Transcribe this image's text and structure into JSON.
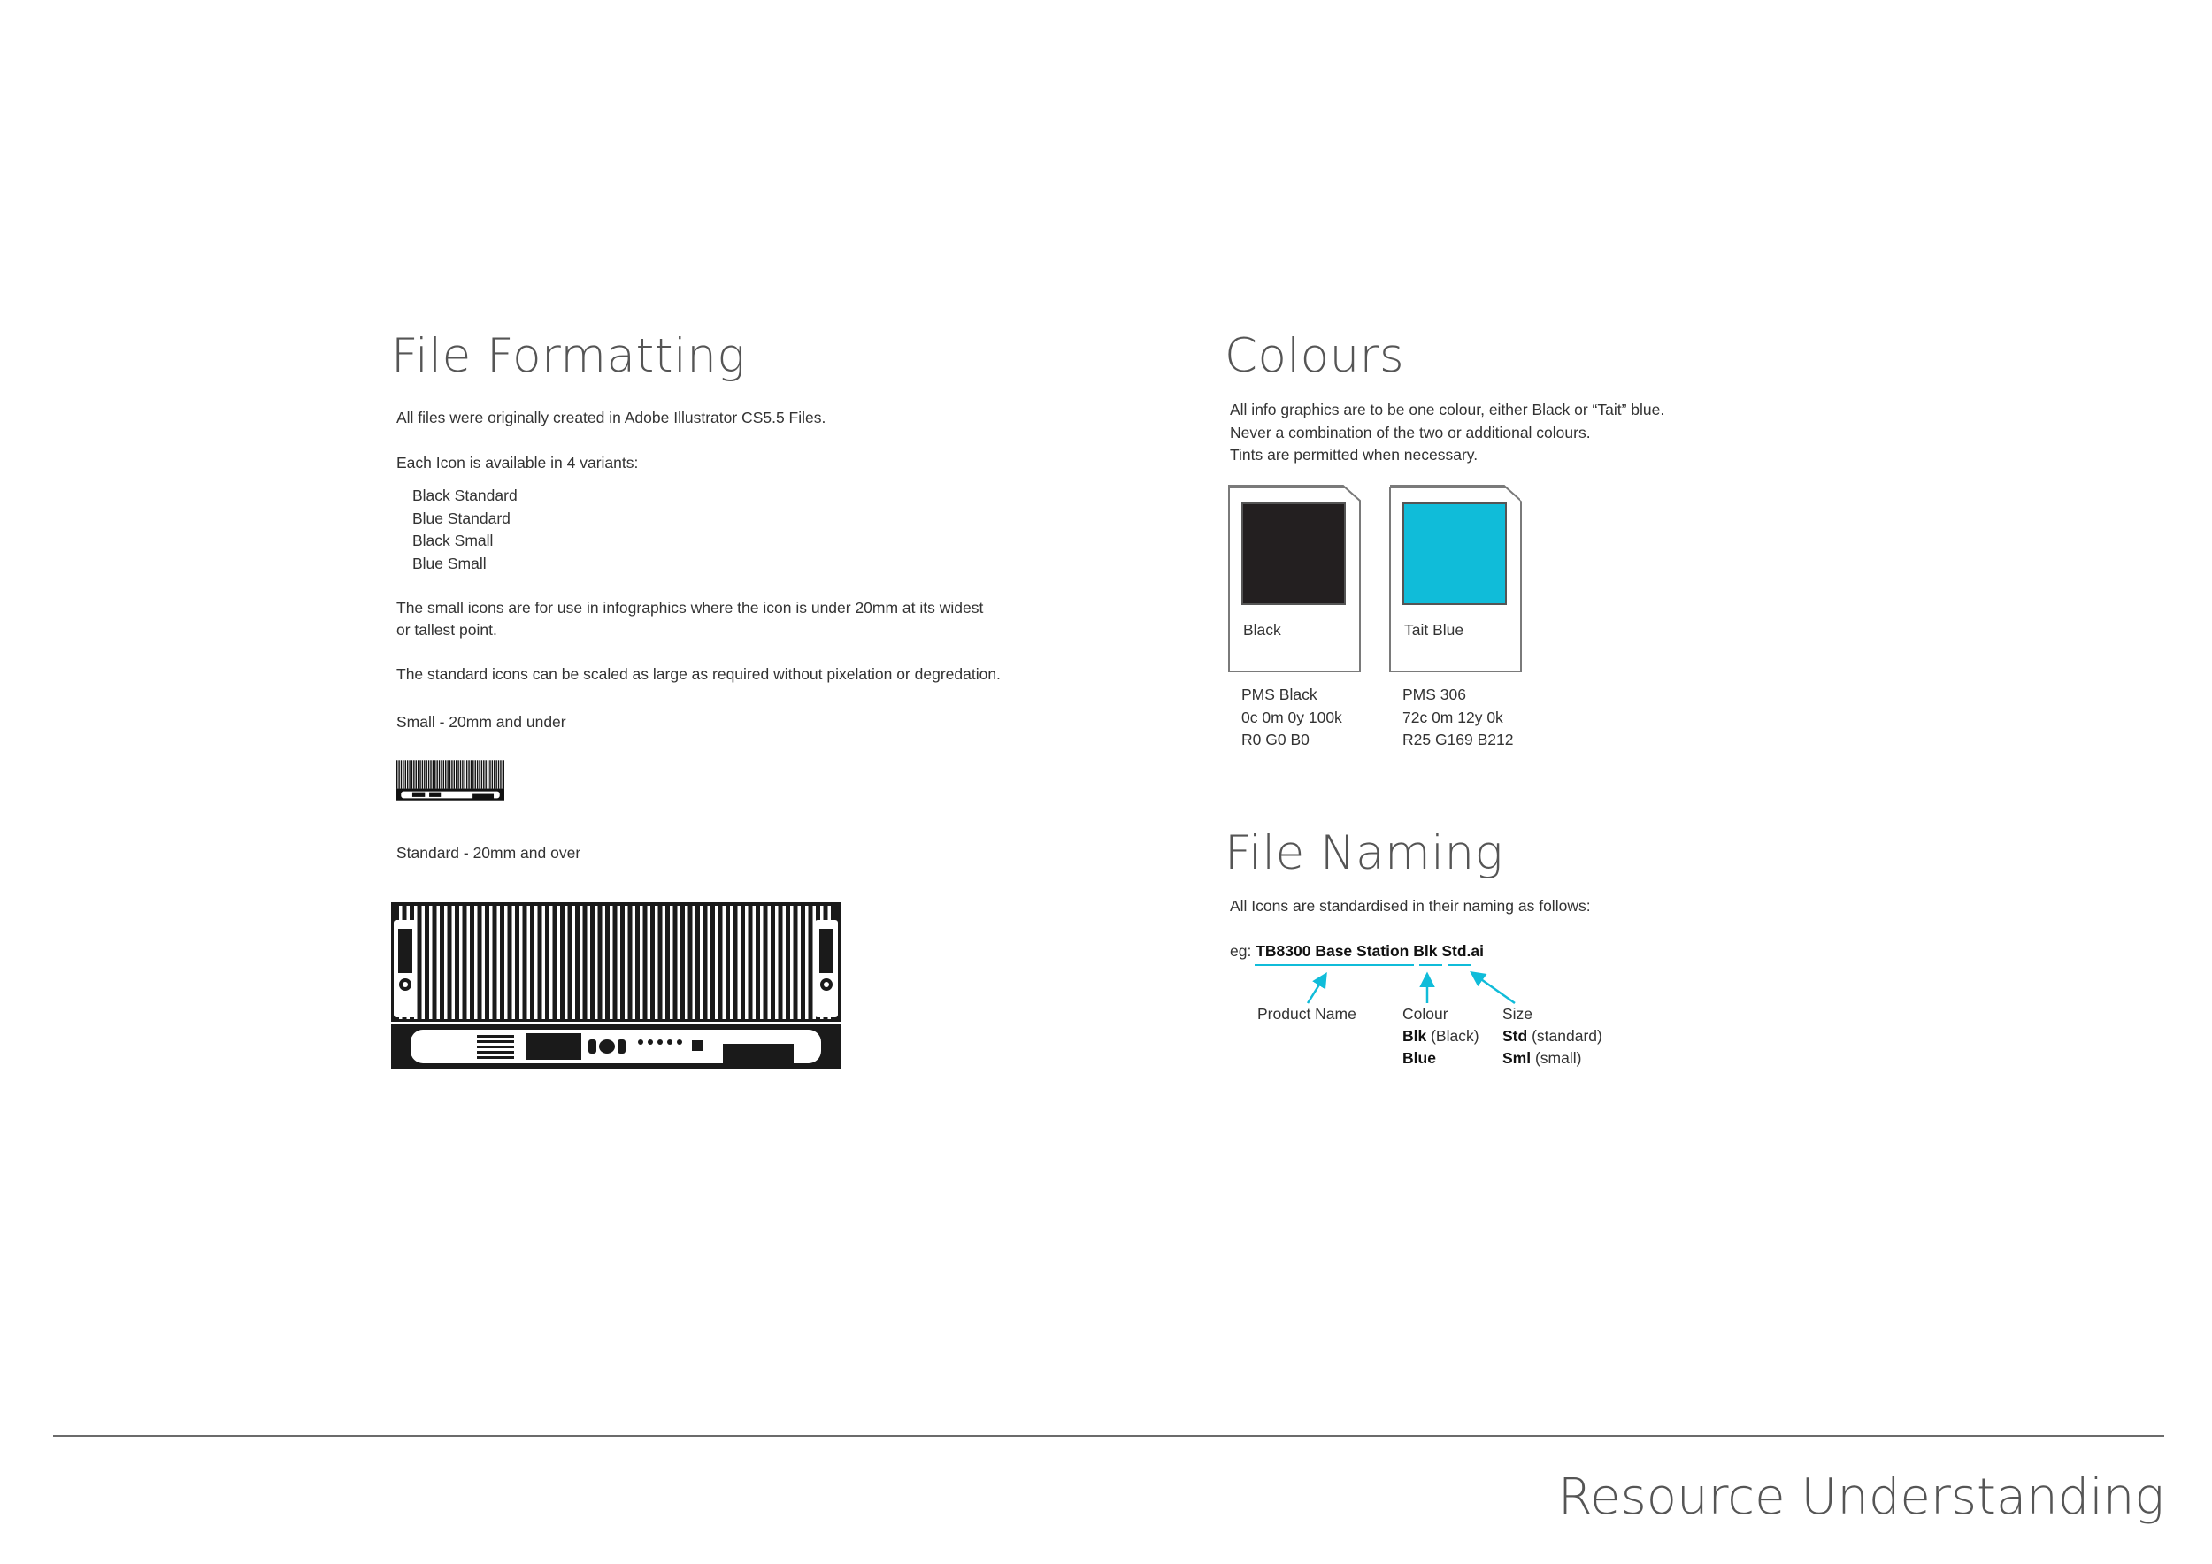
{
  "file_formatting": {
    "title": "File Formatting",
    "intro": "All files were originally created in Adobe Illustrator CS5.5 Files.",
    "variants_intro": "Each Icon is available in 4 variants:",
    "variants": [
      "Black Standard",
      "Blue Standard",
      "Black Small",
      "Blue Small"
    ],
    "small_note_line1": "The small icons are for use in infographics where the icon is under 20mm at its widest",
    "small_note_line2": "or tallest point.",
    "standard_note": "The standard icons can be scaled as large as required without pixelation or degredation.",
    "small_label": "Small - 20mm and under",
    "standard_label": "Standard - 20mm and over",
    "icon_name": "base-station-icon"
  },
  "colours": {
    "title": "Colours",
    "lines": [
      "All info graphics are to be one colour, either Black or “Tait” blue.",
      "Never a combination of the two or additional colours.",
      "Tints are permitted when necessary."
    ],
    "swatches": [
      {
        "name": "Black",
        "hex": "#231f20",
        "spec": [
          "PMS Black",
          "0c 0m 0y 100k",
          "R0 G0 B0"
        ]
      },
      {
        "name": "Tait Blue",
        "hex": "#10bcd9",
        "spec": [
          "PMS 306",
          "72c 0m 12y 0k",
          "R25 G169 B212"
        ]
      }
    ]
  },
  "file_naming": {
    "title": "File Naming",
    "intro": "All Icons are standardised in their naming as follows:",
    "example_prefix": "eg:",
    "example_product": "TB8300 Base Station",
    "example_colour": "Blk",
    "example_size": "Std.ai",
    "product_label": "Product Name",
    "colour_label": "Colour",
    "colour_opt1_code": "Blk",
    "colour_opt1_desc": "(Black)",
    "colour_opt2_code": "Blue",
    "size_label": "Size",
    "size_opt1_code": "Std",
    "size_opt1_desc": "(standard)",
    "size_opt2_code": "Sml",
    "size_opt2_desc": "(small)",
    "accent": "#10bcd9"
  },
  "footer": {
    "title": "Resource Understanding"
  }
}
